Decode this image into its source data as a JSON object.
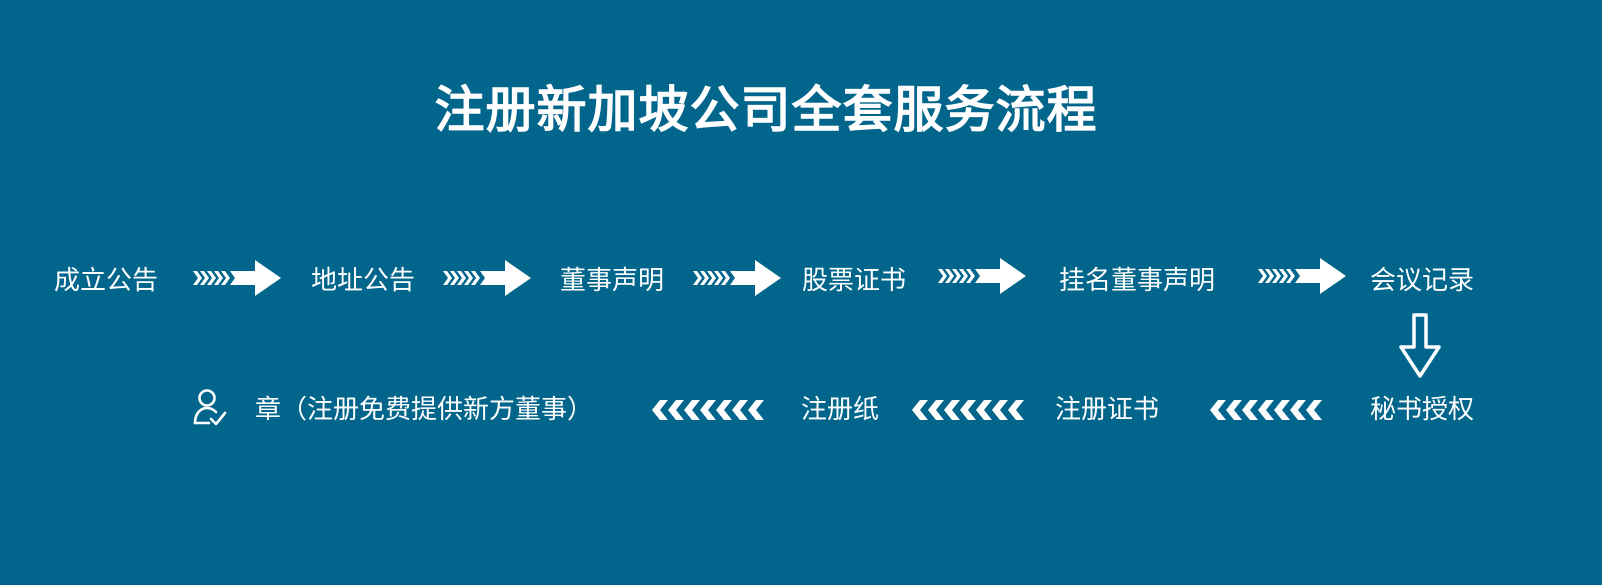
{
  "title": "注册新加坡公司全套服务流程",
  "row1": [
    "成立公告",
    "地址公告",
    "董事声明",
    "股票证书",
    "挂名董事声明",
    "会议记录"
  ],
  "row2": [
    "秘书授权",
    "注册证书",
    "注册纸",
    "章（注册免费提供新方董事）"
  ],
  "icons": {
    "right_arrow": "double-right-arrow-icon",
    "down_arrow": "down-arrow-icon",
    "left_chevrons": "left-chevrons-icon",
    "person": "person-check-icon"
  },
  "colors": {
    "background": "#02658c",
    "foreground": "#ffffff"
  }
}
